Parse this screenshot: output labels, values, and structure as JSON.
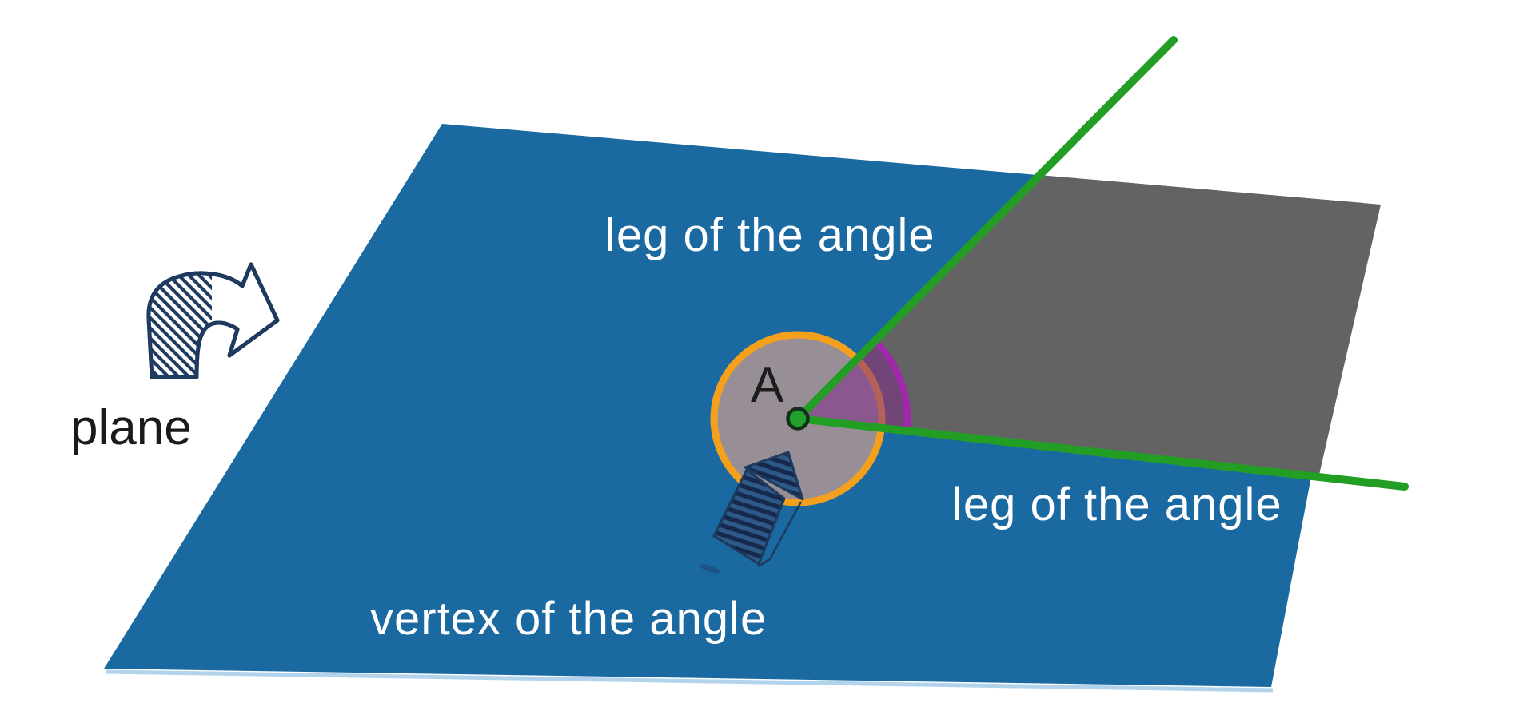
{
  "diagram": {
    "labels": {
      "plane": "plane",
      "leg_of_angle_top": "leg of the angle",
      "leg_of_angle_bottom": "leg of the angle",
      "vertex_of_angle": "vertex of the angle",
      "vertex_point": "A"
    },
    "colors": {
      "background": "#ffffff",
      "plane_fill": "#1a6aa1",
      "plane_edge_highlight": "#a9cfe9",
      "halfplane_fill": "#636363",
      "circle_fill": "#978e96",
      "circle_ring": "#f5a01d",
      "leg_line": "#219e23",
      "angle_fill": "rgba(128,44,138,0.55)",
      "angle_arc": "#a326ae",
      "vertex_dot": "#22a02b",
      "vertex_dot_outline": "#14301a",
      "doodle_ink": "#1e3a5f",
      "label_light": "#ffffff",
      "label_dark": "#1a1a1a"
    }
  }
}
